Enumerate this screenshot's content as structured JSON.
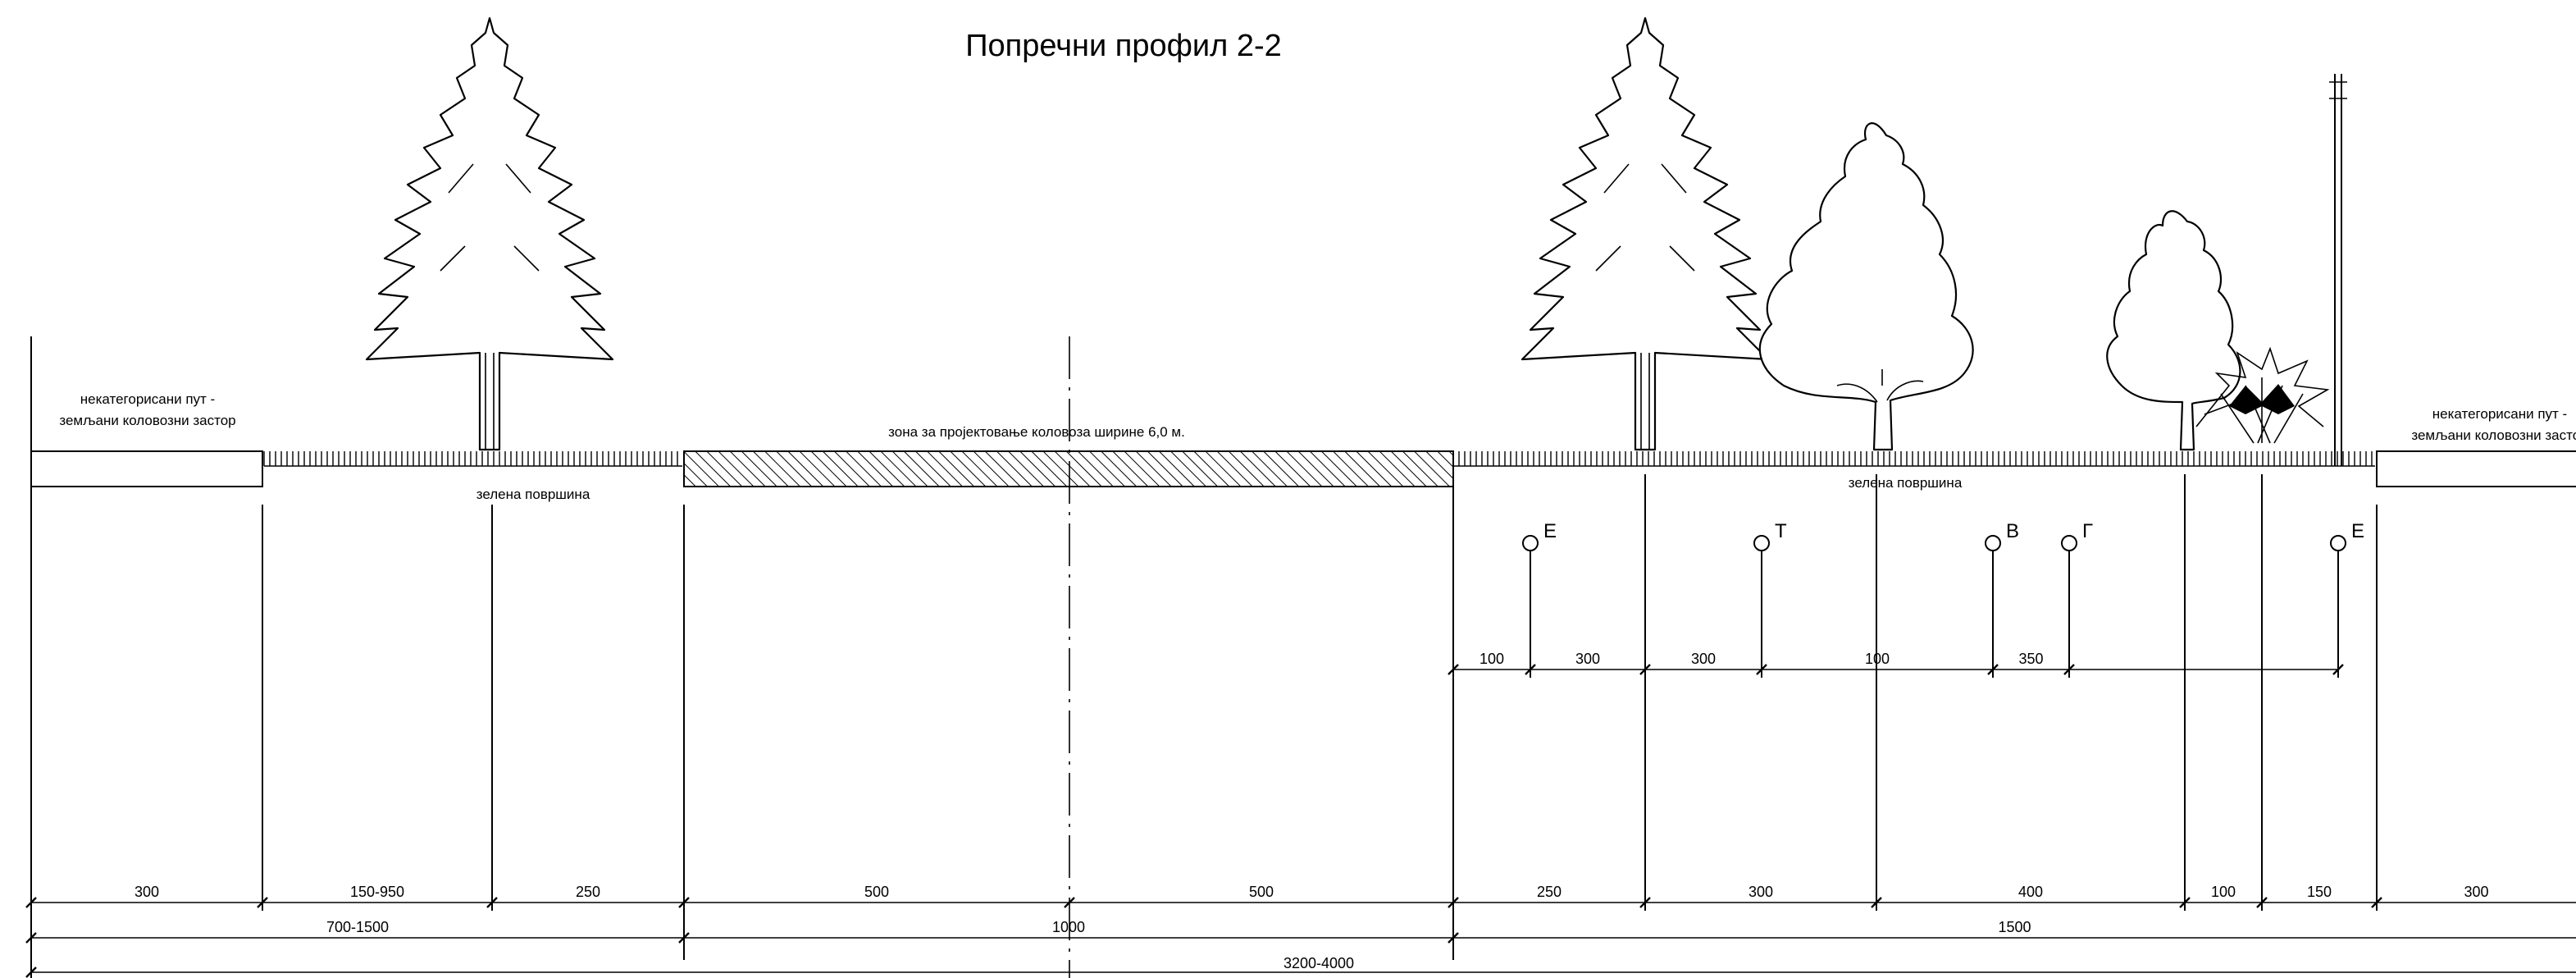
{
  "title": "Попречни профил 2-2",
  "left_road_label": [
    "некатегорисани пут -",
    "земљани коловозни застор"
  ],
  "right_road_label": [
    "некатегорисани пут -",
    "земљани коловозни застор"
  ],
  "green_left_label": "зелена површина",
  "green_right_label": "зелена површина",
  "design_zone_label": "зона за пројектовање коловоза ширине 6,0 м.",
  "utilities": [
    "Е",
    "Т",
    "В",
    "Г",
    "Е"
  ],
  "utility_dims": [
    "100",
    "300",
    "300",
    "100",
    "350"
  ],
  "dims_row1": [
    "300",
    "150-950",
    "250",
    "500",
    "500",
    "250",
    "300",
    "400",
    "100",
    "150",
    "300"
  ],
  "dims_row2": [
    "700-1500",
    "1000",
    "1500"
  ],
  "dims_row3": [
    "3200-4000"
  ],
  "icons": [
    "conifer-tree-icon",
    "deciduous-tree-icon",
    "shrub-icon",
    "utility-pole-icon"
  ]
}
